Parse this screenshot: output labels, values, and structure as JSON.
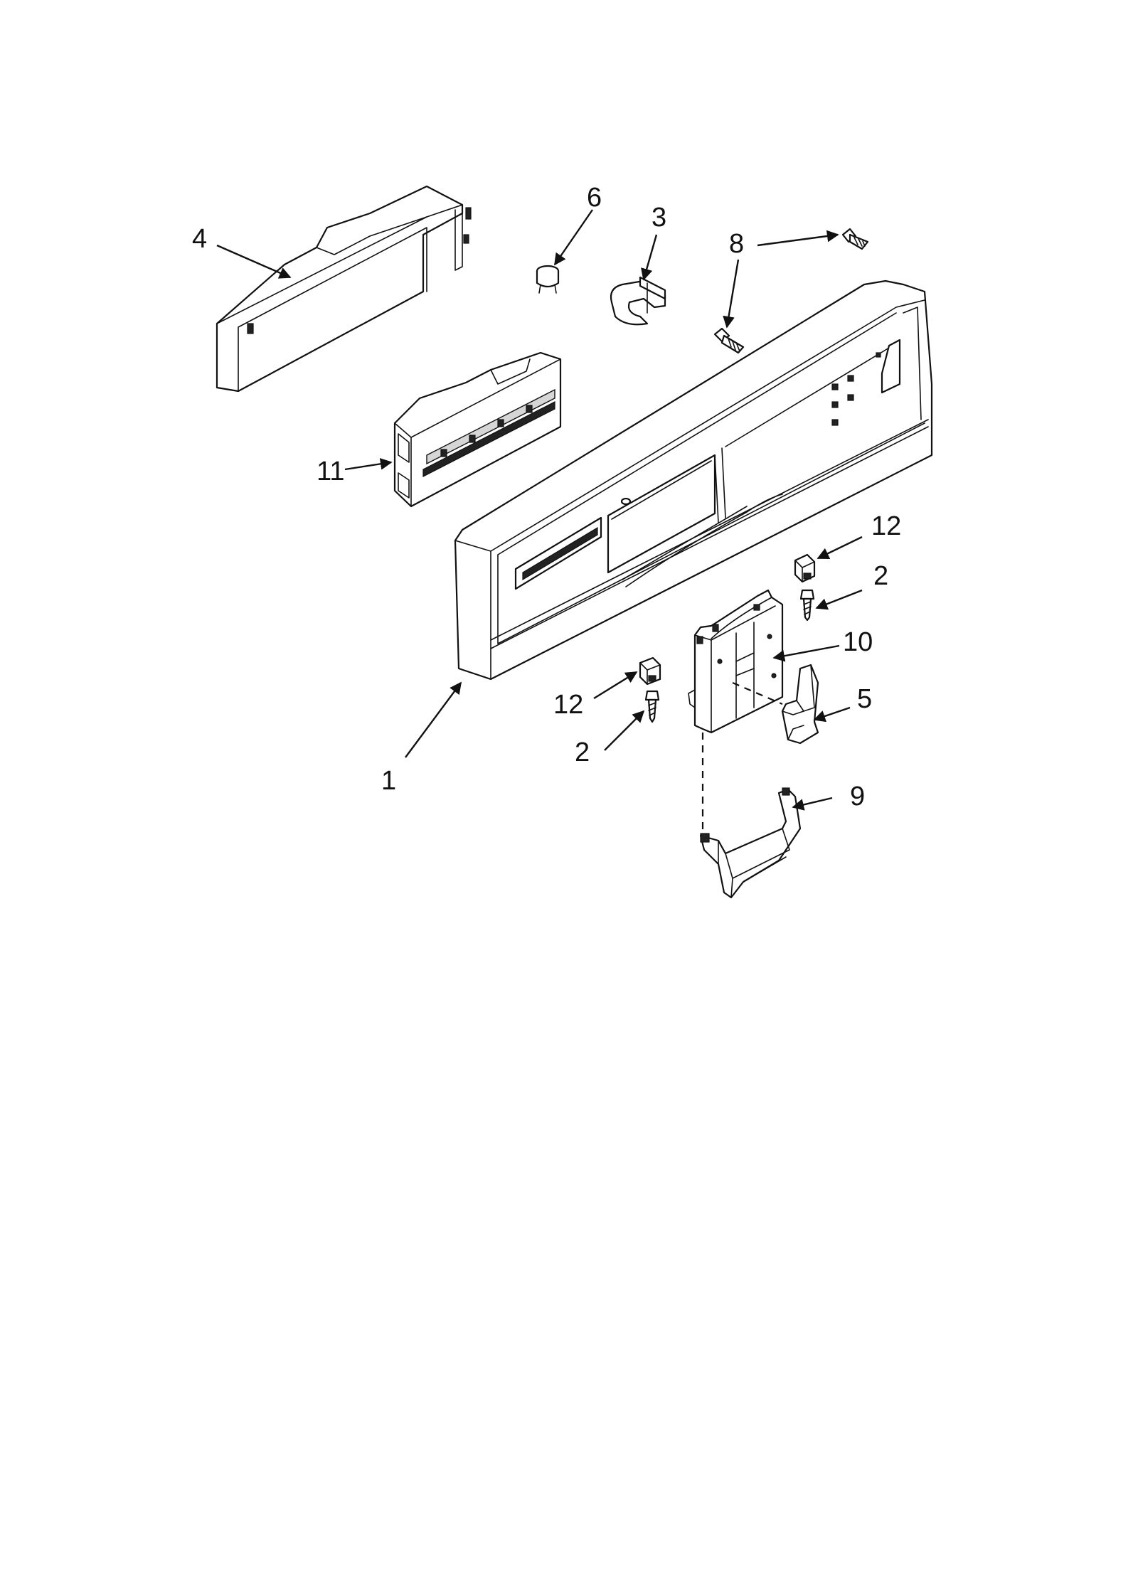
{
  "callouts": {
    "c1": "1",
    "c2a": "2",
    "c2b": "2",
    "c3": "3",
    "c4": "4",
    "c5": "5",
    "c6": "6",
    "c8": "8",
    "c9": "9",
    "c10": "10",
    "c11": "11",
    "c12a": "12",
    "c12b": "12"
  },
  "colors": {
    "line": "#111111",
    "background": "#ffffff"
  }
}
